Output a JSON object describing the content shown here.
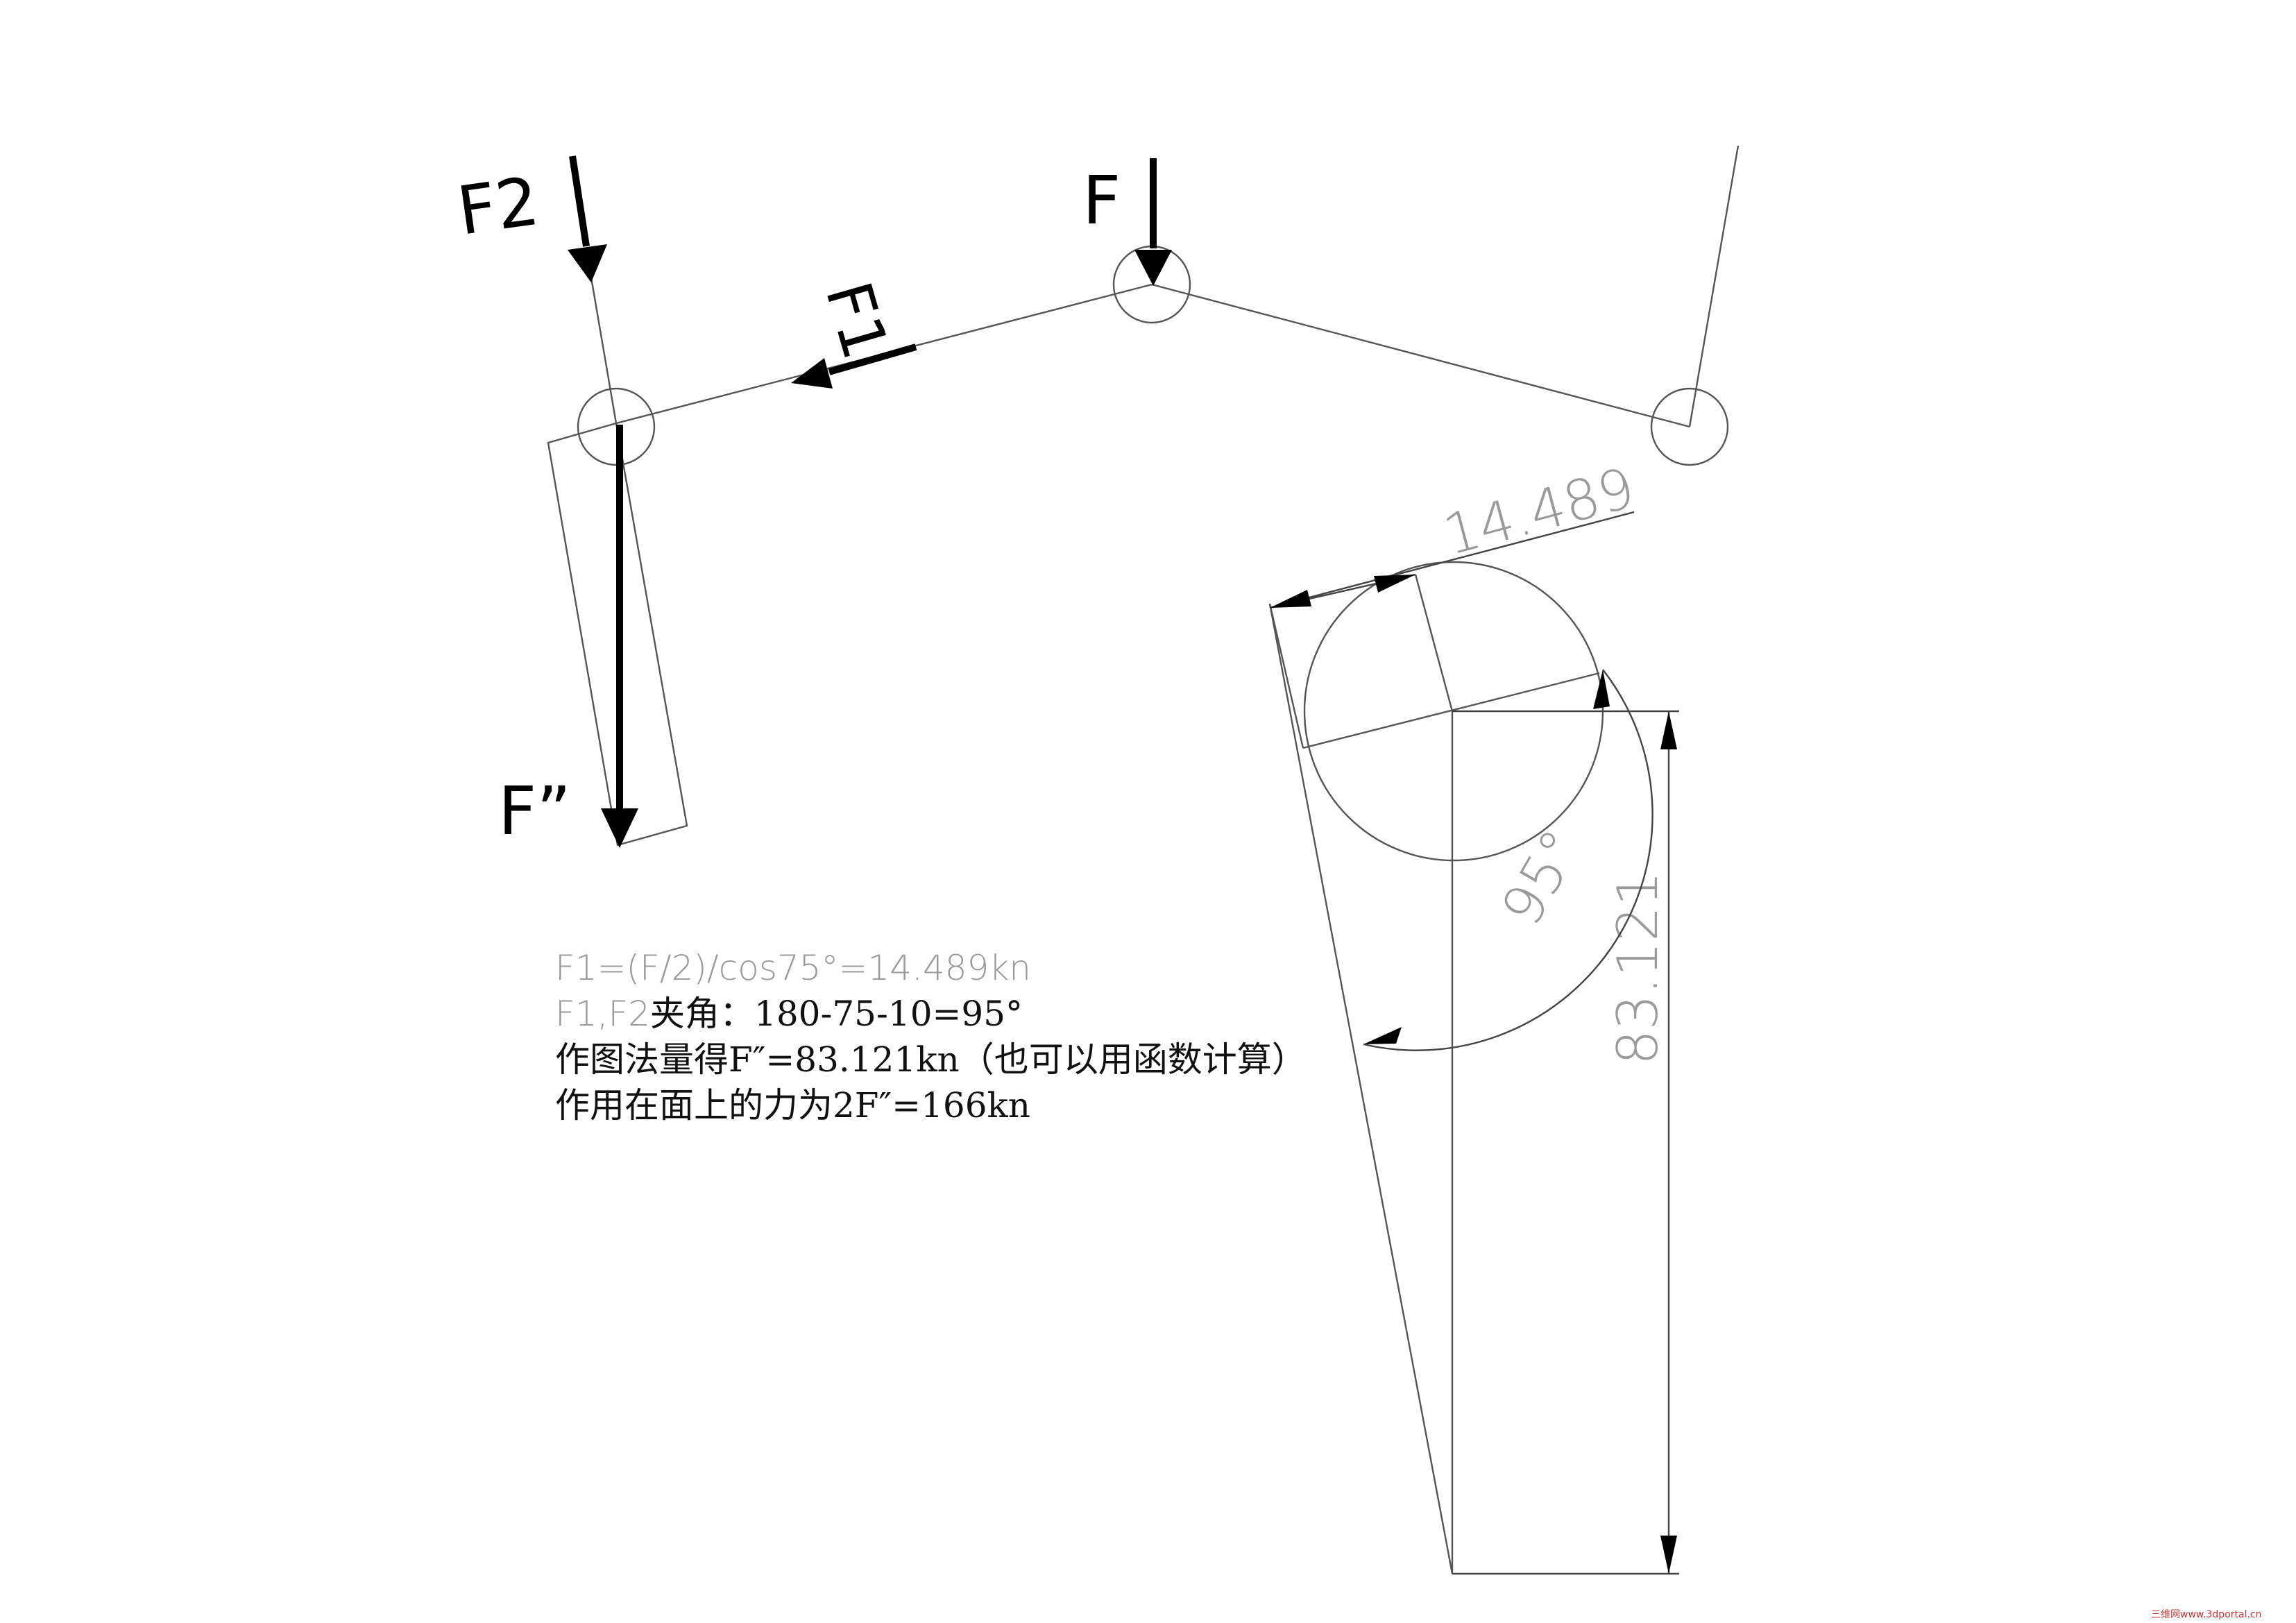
{
  "labels": {
    "F2": "F2",
    "F": "F",
    "F1": "F1",
    "F_resultant": "F”"
  },
  "dimensions": {
    "width_value": "14.489",
    "height_value": "83.121",
    "angle_value": "95°"
  },
  "notes": {
    "line1": "F1=(F/2)/cos75°=14.489kn",
    "line2_prefix": "F1,F2",
    "line2_rest": "夹角：180-75-10=95°",
    "line3": "作图法量得F″=83.121kn（也可以用函数计算）",
    "line4": "作用在面上的力为2F″=166kn"
  },
  "watermark": "三维网www.3dportal.cn",
  "colors": {
    "line": "#555555",
    "arrow": "#000000",
    "dim_text": "#9a9a9a",
    "text": "#111111"
  }
}
